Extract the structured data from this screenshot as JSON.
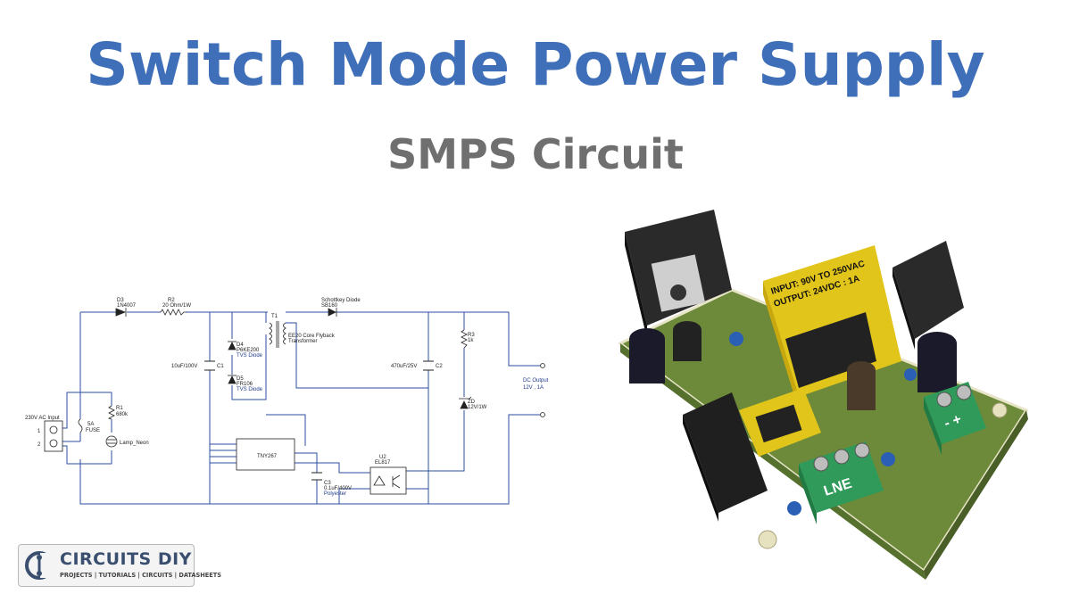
{
  "header": {
    "title": "Switch Mode Power Supply",
    "subtitle": "SMPS Circuit"
  },
  "schematic": {
    "ac_input": "230V AC Input",
    "pin1": "1",
    "pin2": "2",
    "fuse_label": "5A",
    "fuse_name": "FUSE",
    "r1_name": "R1",
    "r1_value": "680k",
    "lamp": "Lamp_Neon",
    "d3_name": "D3",
    "d3_value": "1N4007",
    "r2_name": "R2",
    "r2_value": "20 Ohm/1W",
    "c1_value": "10uF/100V",
    "c1_name": "C1",
    "d4_name": "D4",
    "d4_value": "P6KE200",
    "d4_type": "TVS Diode",
    "d5_name": "D5",
    "d5_value": "FR106",
    "d5_type": "TVS Diode",
    "t1_name": "T1",
    "t1_desc1": "EE20 Core Flyback",
    "t1_desc2": "Transformer",
    "schottky_title": "Schottkey Diode",
    "schottky_value": "SB160",
    "c2_value": "470uF/25V",
    "c2_name": "C2",
    "r3_name": "R3",
    "r3_value": "1k",
    "zd_name": "ZD",
    "zd_value": "12V/1W",
    "dc_output": "DC Output",
    "dc_rating": "12V , 1A",
    "ic_name": "TNY267",
    "c3_name": "C3",
    "c3_value": "0.1uF/400V",
    "c3_type": "Polyester",
    "u2_name": "U2",
    "u2_value": "EL817"
  },
  "board": {
    "label_line1": "INPUT: 90V TO 250VAC",
    "label_line2": "OUTPUT: 24VDC : 1A",
    "terminal_in": "LNE",
    "terminal_out": "- +"
  },
  "logo": {
    "name": "CIRCUITS DIY",
    "tagline": "PROJECTS | TUTORIALS | CIRCUITS | DATASHEETS"
  },
  "colors": {
    "title": "#3f6fb8",
    "subtitle": "#6f6f6f",
    "wire": "#2b4fa0",
    "pcb": "#6c8a3a",
    "terminal": "#2f9a5a"
  }
}
